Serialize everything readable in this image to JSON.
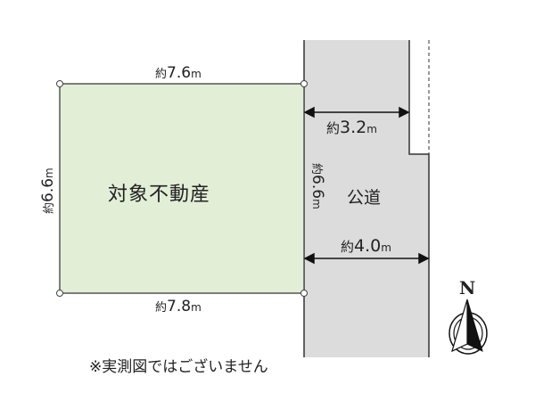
{
  "plot": {
    "label": "対象不動産",
    "fill_color": "#e2eed6",
    "border_color": "#555555",
    "dimensions": {
      "top": {
        "prefix": "約",
        "value": "7.6",
        "unit": "m"
      },
      "bottom": {
        "prefix": "約",
        "value": "7.8",
        "unit": "m"
      },
      "left": {
        "prefix": "約",
        "value": "6.6",
        "unit": "m"
      },
      "right": {
        "prefix": "約",
        "value": "6.6",
        "unit": "m"
      }
    }
  },
  "road": {
    "label": "公道",
    "fill_color": "#dcdcdc",
    "width_upper": {
      "prefix": "約",
      "value": "3.2",
      "unit": "m"
    },
    "width_lower": {
      "prefix": "約",
      "value": "4.0",
      "unit": "m"
    }
  },
  "compass": {
    "letter": "N"
  },
  "note": "※実測図ではございません"
}
